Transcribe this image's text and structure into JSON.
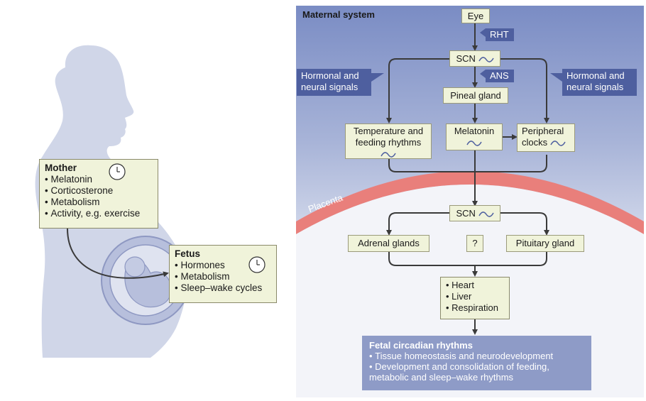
{
  "left_panel": {
    "mother": {
      "title": "Mother",
      "items": [
        "Melatonin",
        "Corticosterone",
        "Metabolism",
        "Activity, e.g. exercise"
      ]
    },
    "fetus": {
      "title": "Fetus",
      "items": [
        "Hormones",
        "Metabolism",
        "Sleep–wake cycles"
      ]
    }
  },
  "right_panel": {
    "title": "Maternal system",
    "eye": "Eye",
    "rht": "RHT",
    "scn_maternal": "SCN",
    "ans": "ANS",
    "pineal": "Pineal gland",
    "hormonal_left": [
      "Hormonal and",
      "neural signals"
    ],
    "hormonal_right": [
      "Hormonal and",
      "neural signals"
    ],
    "temperature": [
      "Temperature and",
      "feeding rhythms"
    ],
    "melatonin": "Melatonin",
    "peripheral": [
      "Peripheral",
      "clocks"
    ],
    "placenta": "Placenta",
    "scn_fetal": "SCN",
    "adrenal": "Adrenal glands",
    "question": "?",
    "pituitary": "Pituitary gland",
    "organs": [
      "Heart",
      "Liver",
      "Respiration"
    ],
    "fetal_rhythms": {
      "title": "Fetal circadian rhythms",
      "items": [
        "Tissue homeostasis and neurodevelopment",
        "Development and consolidation of feeding, metabolic and sleep–wake rhythms"
      ]
    }
  },
  "colors": {
    "silhouette": "#d0d6e8",
    "panel_top": "#7a8cc4",
    "panel_bottom": "#e4e8f4",
    "box_fill": "#f0f3da",
    "flag_fill": "#4e5f9f",
    "placenta": "#e97f7b",
    "final_box": "#8e9bc7",
    "arrow": "#3a3a3a"
  }
}
